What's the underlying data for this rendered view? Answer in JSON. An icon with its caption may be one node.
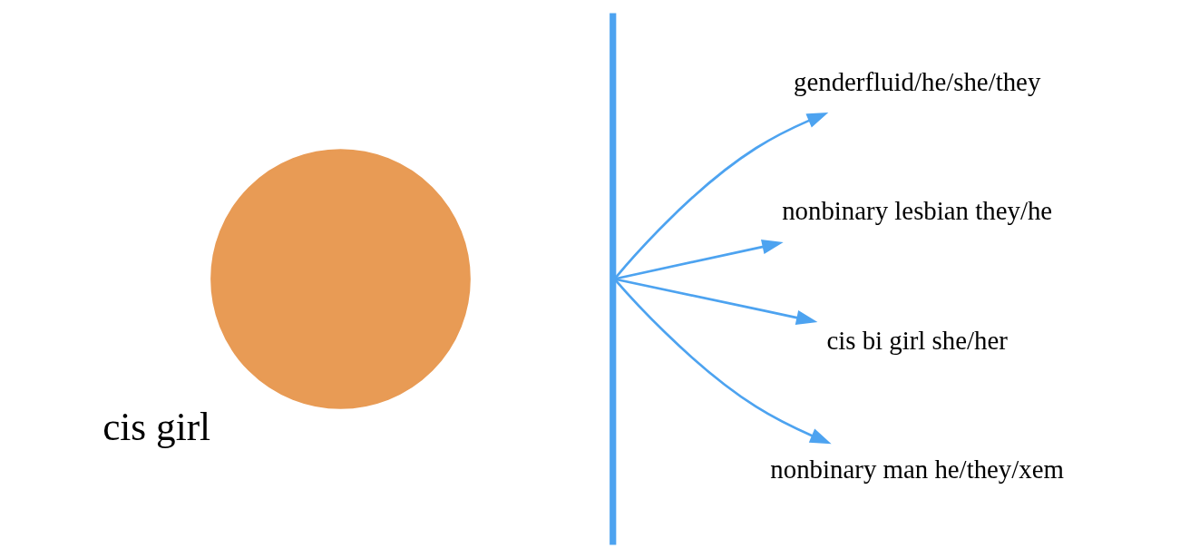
{
  "diagram": {
    "nodes": [
      {
        "text": [],
        "shape": "circle",
        "beside": [
          "cis girl"
        ]
      },
      {
        "text": [],
        "shape": "bar"
      },
      {
        "text": [
          "genderfluid/he/she/they"
        ]
      },
      {
        "text": [
          "nonbinary lesbian they/he"
        ]
      },
      {
        "text": [
          "cis bi girl she/her"
        ]
      },
      {
        "text": [
          "nonbinary man he/they/xem"
        ]
      }
    ],
    "edges": [
      {
        "from": 1,
        "to": 2,
        "arrow": "to"
      },
      {
        "from": 1,
        "to": 3,
        "arrow": "to"
      },
      {
        "from": 1,
        "to": 4,
        "arrow": "to"
      },
      {
        "from": 1,
        "to": 5,
        "arrow": "to"
      }
    ]
  }
}
